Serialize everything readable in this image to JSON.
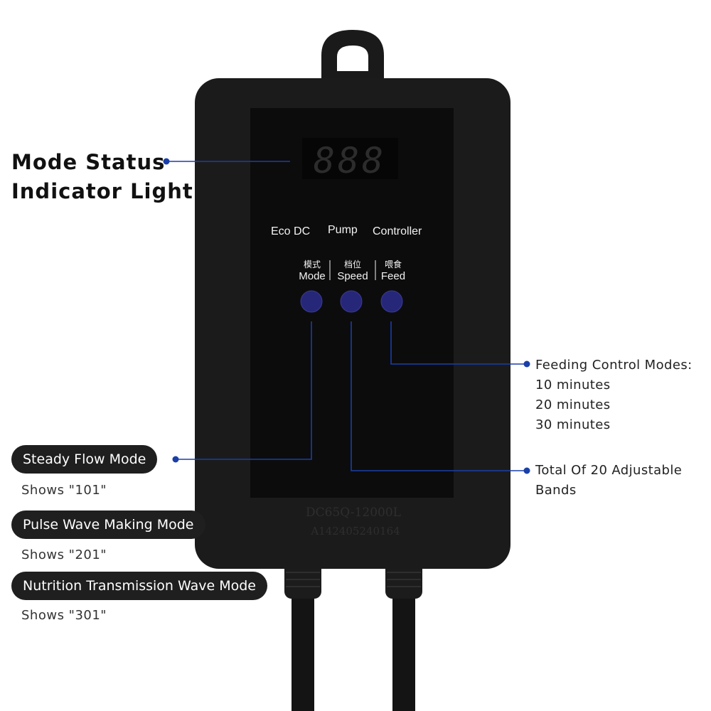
{
  "callouts": {
    "display": {
      "line1": "Mode Status",
      "line2": "Indicator Light"
    },
    "feeding": {
      "heading": "Feeding Control Modes:",
      "items": [
        "10 minutes",
        "20 minutes",
        "30 minutes"
      ]
    },
    "speed": {
      "line1": "Total Of 20 Adjustable",
      "line2": "Bands"
    },
    "modes": [
      {
        "label": "Steady Flow Mode",
        "shows": "Shows \"101\""
      },
      {
        "label": "Pulse Wave Making Mode",
        "shows": "Shows \"201\""
      },
      {
        "label": "Nutrition Transmission Wave Mode",
        "shows": "Shows \"301\""
      }
    ]
  },
  "device": {
    "display_digits": "888",
    "panel_title": {
      "eco": "Eco DC",
      "pump": "Pump",
      "controller": "Controller"
    },
    "buttons": [
      {
        "cn": "模式",
        "en": "Mode"
      },
      {
        "cn": "档位",
        "en": "Speed"
      },
      {
        "cn": "喂食",
        "en": "Feed"
      }
    ],
    "model": "DC65Q-12000L",
    "serial": "A142405240164"
  },
  "colors": {
    "leader": "#1a3fa8",
    "body": "#1b1b1b",
    "panel": "#0c0c0c",
    "button": "#27277a",
    "digit": "#2a2a2a"
  }
}
